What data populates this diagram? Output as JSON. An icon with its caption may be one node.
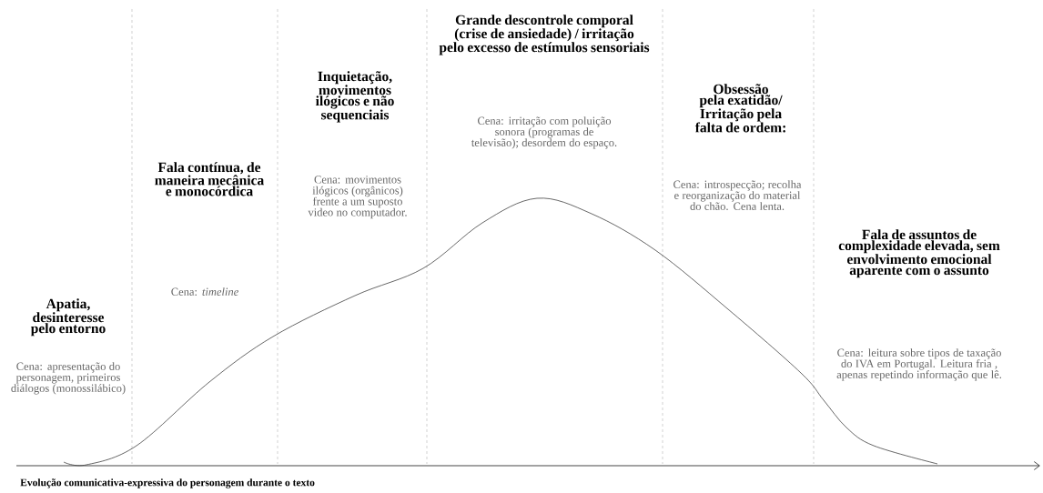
{
  "diagram": {
    "labels": [
      "Apatia, desinteresse pelo entorno",
      "Cena: apresentação do personagem, primeiros diálogos (monossilábico)",
      "Fala contínua, de maneira mecânica e monocórdica",
      "Cena: *timeline*",
      "Inquietação, movimentos ilógicos e não sequenciais",
      "Cena: movimentos ilógicos (orgânicos) frente a um suposto video no computador.",
      "Grande descontrole comporal (crise de ansiedade) / irritação pelo excesso de estímulos sensoriais",
      "Cena: irritação com poluição sonora (programas de televisão); desordem do espaço.",
      "Obsessão pela exatidão/ Irritação pela falta de ordem:",
      "Cena: introspecção; recolha e reorganização do material do chão. Cena lenta.",
      "Fala de assuntos de complexidade elevada, sem envolvimento emocional aparente com o assunto",
      "Cena: leitura sobre tipos de taxação do IVA em Portugal. Leitura fria , apenas repetindo informação que lê.",
      "Evolução comunicativa-expressiva do personagem durante o texto"
    ]
  }
}
